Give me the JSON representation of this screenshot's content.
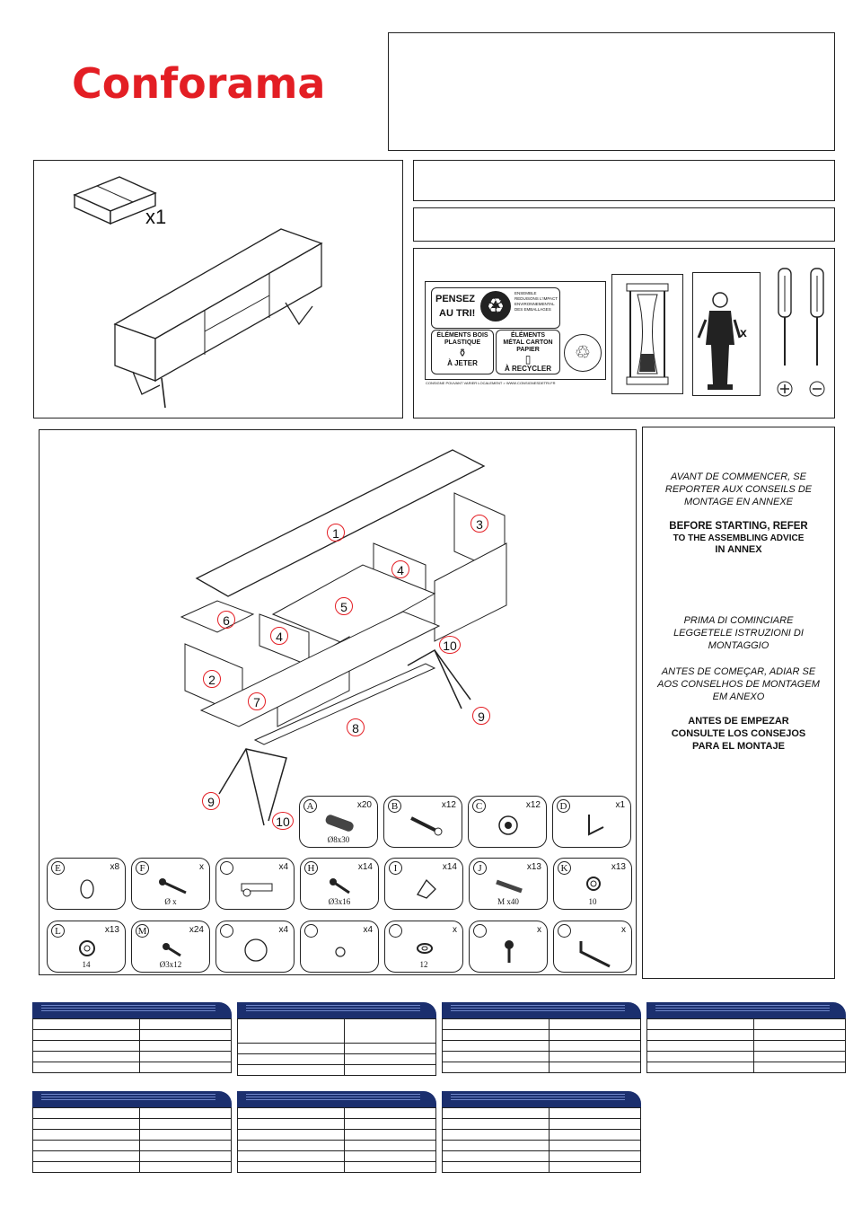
{
  "brand": {
    "logo_text": "Conforama",
    "color": "#e31e24"
  },
  "package": {
    "count_label": "x1"
  },
  "eco": {
    "pensez_line1": "PENSEZ",
    "pensez_line2": "AU TRI!",
    "ensemble_text": "ENSEMBLE REDUISONS L'IMPACT ENVIRONNEMENTAL DES EMBALLAGES",
    "bois_label": "ÉLÉMENTS BOIS PLASTIQUE",
    "jeter_label": "À JETER",
    "metal_label": "ÉLÉMENTS MÉTAL CARTON PAPIER",
    "recycler_label": "À RECYCLER",
    "footnote": "CONSIGNE POUVANT VARIER LOCALEMENT > WWW.CONSIGNESDETRI.FR"
  },
  "persons_label": "x",
  "parts": [
    "1",
    "2",
    "3",
    "4",
    "4",
    "5",
    "6",
    "7",
    "8",
    "9",
    "9",
    "10",
    "10"
  ],
  "advice": {
    "fr": "AVANT DE COMMENCER, SE REPORTER AUX CONSEILS DE MONTAGE  EN ANNEXE",
    "en1": "BEFORE STARTING, REFER",
    "en2": "TO THE ASSEMBLING ADVICE",
    "en3": "IN ANNEX",
    "it": "PRIMA DI COMINCIARE LEGGETELE ISTRUZIONI DI MONTAGGIO",
    "pt": "ANTES DE COMEÇAR, ADIAR SE AOS CONSELHOS DE MONTAGEM EM ANEXO",
    "es": "ANTES DE EMPEZAR CONSULTE LOS CONSEJOS PARA EL MONTAJE"
  },
  "hardware": [
    {
      "letter": "A",
      "qty": "x20",
      "caption": "Ø8x30",
      "icon": "dowel-icon"
    },
    {
      "letter": "B",
      "qty": "x12",
      "caption": "",
      "icon": "cam-bolt-icon"
    },
    {
      "letter": "C",
      "qty": "x12",
      "caption": "",
      "icon": "cam-lock-icon"
    },
    {
      "letter": "D",
      "qty": "x1",
      "caption": "",
      "icon": "allen-key-icon"
    },
    {
      "letter": "E",
      "qty": "x8",
      "caption": "",
      "icon": "felt-pad-icon"
    },
    {
      "letter": "F",
      "qty": "x",
      "caption": "Ø      x",
      "icon": "screw-icon"
    },
    {
      "letter": "",
      "qty": "x4",
      "caption": "",
      "icon": "hinge-icon"
    },
    {
      "letter": "H",
      "qty": "x14",
      "caption": "Ø3x16",
      "icon": "screw-icon"
    },
    {
      "letter": "I",
      "qty": "x14",
      "caption": "",
      "icon": "bracket-icon"
    },
    {
      "letter": "J",
      "qty": "x13",
      "caption": "M  x40",
      "icon": "bolt-icon"
    },
    {
      "letter": "K",
      "qty": "x13",
      "caption": "10",
      "icon": "washer-icon"
    },
    {
      "letter": "L",
      "qty": "x13",
      "caption": "14",
      "icon": "washer-icon"
    },
    {
      "letter": "M",
      "qty": "x24",
      "caption": "Ø3x12",
      "icon": "screw-icon"
    },
    {
      "letter": "",
      "qty": "x4",
      "caption": "",
      "icon": "cover-cap-icon"
    },
    {
      "letter": "",
      "qty": "x4",
      "caption": "",
      "icon": "small-cap-icon"
    },
    {
      "letter": "",
      "qty": "x",
      "caption": "12",
      "icon": "washer-icon"
    },
    {
      "letter": "",
      "qty": "x",
      "caption": "",
      "icon": "wall-screw-icon"
    },
    {
      "letter": "",
      "qty": "x",
      "caption": "",
      "icon": "l-bracket-icon"
    }
  ]
}
